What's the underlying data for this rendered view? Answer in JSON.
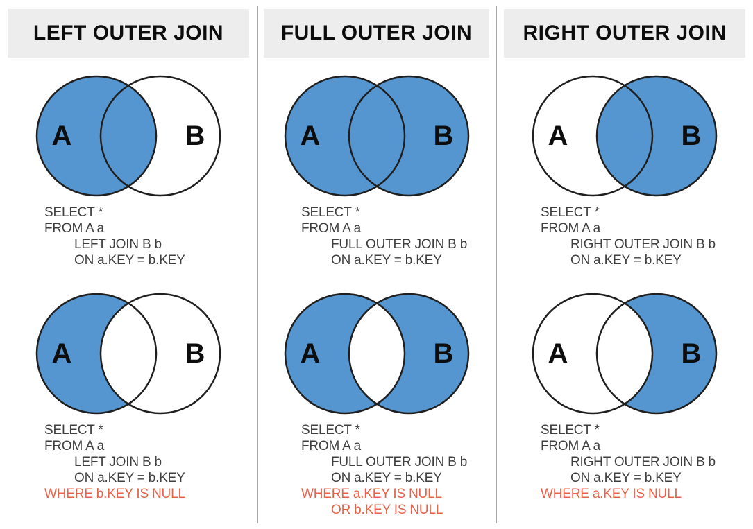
{
  "colors": {
    "venn_fill_blue": "#5596d0",
    "venn_outline": "#1f1f1f",
    "venn_empty": "#ffffff",
    "sql_text": "#3f3f3f",
    "highlight_red": "#e8624a",
    "header_bg": "#ededed",
    "divider_gray": "#a8a8a8"
  },
  "labels": {
    "a": "A",
    "b": "B"
  },
  "columns": [
    {
      "title": "LEFT OUTER JOIN",
      "sections": [
        {
          "venn": {
            "a_filled": true,
            "intersection_filled": true,
            "b_filled": false
          },
          "sql_lines": [
            {
              "text": "SELECT *",
              "indent": false,
              "highlight": false
            },
            {
              "text": "FROM A a",
              "indent": false,
              "highlight": false
            },
            {
              "text": "LEFT JOIN B b",
              "indent": true,
              "highlight": false
            },
            {
              "text": "ON a.KEY = b.KEY",
              "indent": true,
              "highlight": false
            }
          ]
        },
        {
          "venn": {
            "a_filled": true,
            "intersection_filled": false,
            "b_filled": false
          },
          "sql_lines": [
            {
              "text": "SELECT *",
              "indent": false,
              "highlight": false
            },
            {
              "text": "FROM A a",
              "indent": false,
              "highlight": false
            },
            {
              "text": "LEFT JOIN B b",
              "indent": true,
              "highlight": false
            },
            {
              "text": "ON a.KEY = b.KEY",
              "indent": true,
              "highlight": false
            },
            {
              "text": "WHERE b.KEY IS NULL",
              "indent": false,
              "highlight": true
            }
          ]
        }
      ]
    },
    {
      "title": "FULL OUTER JOIN",
      "sections": [
        {
          "venn": {
            "a_filled": true,
            "intersection_filled": true,
            "b_filled": true
          },
          "sql_lines": [
            {
              "text": "SELECT *",
              "indent": false,
              "highlight": false
            },
            {
              "text": "FROM A a",
              "indent": false,
              "highlight": false
            },
            {
              "text": "FULL OUTER JOIN B b",
              "indent": true,
              "highlight": false
            },
            {
              "text": "ON a.KEY = b.KEY",
              "indent": true,
              "highlight": false
            }
          ]
        },
        {
          "venn": {
            "a_filled": true,
            "intersection_filled": false,
            "b_filled": true
          },
          "sql_lines": [
            {
              "text": "SELECT *",
              "indent": false,
              "highlight": false
            },
            {
              "text": "FROM A a",
              "indent": false,
              "highlight": false
            },
            {
              "text": "FULL OUTER JOIN B b",
              "indent": true,
              "highlight": false
            },
            {
              "text": "ON a.KEY = b.KEY",
              "indent": true,
              "highlight": false
            },
            {
              "text": "WHERE a.KEY IS NULL",
              "indent": false,
              "highlight": true
            },
            {
              "text": "OR b.KEY IS NULL",
              "indent": true,
              "highlight": true
            }
          ]
        }
      ]
    },
    {
      "title": "RIGHT OUTER JOIN",
      "sections": [
        {
          "venn": {
            "a_filled": false,
            "intersection_filled": true,
            "b_filled": true
          },
          "sql_lines": [
            {
              "text": "SELECT *",
              "indent": false,
              "highlight": false
            },
            {
              "text": "FROM A a",
              "indent": false,
              "highlight": false
            },
            {
              "text": "RIGHT OUTER JOIN B b",
              "indent": true,
              "highlight": false
            },
            {
              "text": "ON a.KEY = b.KEY",
              "indent": true,
              "highlight": false
            },
            {
              "text": "WHERE a.KEY IS NULL",
              "indent": false,
              "highlight": true
            }
          ]
        }
      ]
    }
  ]
}
